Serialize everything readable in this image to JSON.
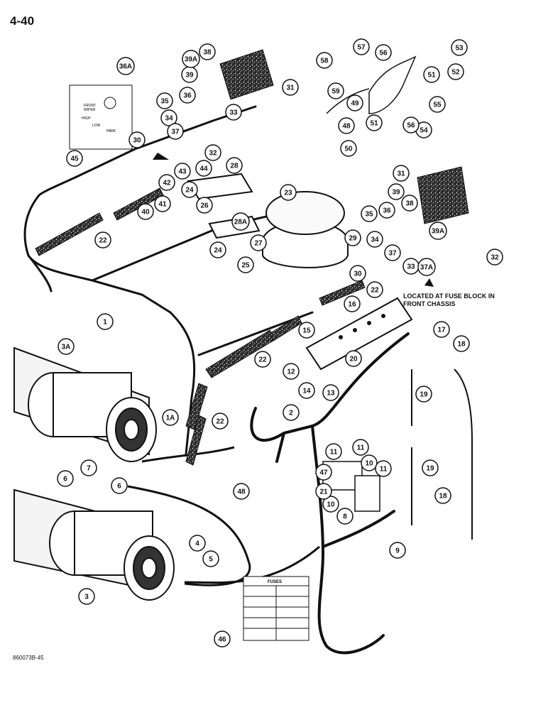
{
  "page": {
    "page_number": "4-40",
    "figure_ref": "860073B-45",
    "location_note": "LOCATED AT FUSE BLOCK IN FRONT CHASSIS"
  },
  "wiper_card": {
    "line1": "FRONT",
    "line2": "WIPER",
    "high": "HIGH",
    "low": "LOW",
    "park": "PARK"
  },
  "fuse_card": {
    "title": "FUSES"
  },
  "callouts": [
    "1",
    "1A",
    "2",
    "3",
    "3A",
    "4",
    "5",
    "6",
    "7",
    "8",
    "9",
    "10",
    "11",
    "12",
    "13",
    "14",
    "15",
    "16",
    "17",
    "18",
    "19",
    "20",
    "21",
    "22",
    "23",
    "24",
    "25",
    "26",
    "27",
    "28",
    "28A",
    "29",
    "30",
    "31",
    "32",
    "33",
    "34",
    "35",
    "36",
    "36A",
    "37",
    "37A",
    "38",
    "39",
    "39A",
    "40",
    "41",
    "42",
    "43",
    "44",
    "45",
    "46",
    "47",
    "48",
    "49",
    "50",
    "51",
    "52",
    "53",
    "54",
    "55",
    "56",
    "57",
    "58",
    "59"
  ],
  "colors": {
    "ink": "#111111",
    "paper": "#ffffff",
    "texture": "#2a2a2a"
  }
}
